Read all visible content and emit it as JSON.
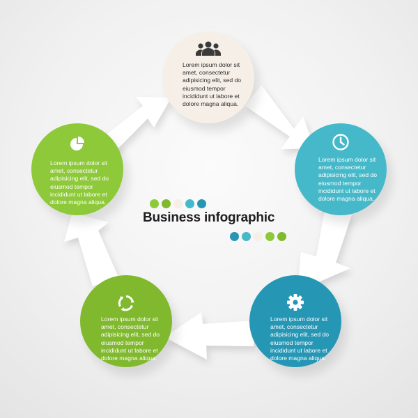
{
  "title": "Business infographic",
  "colors": {
    "beige": "#f5efe7",
    "teal_light": "#45b9c9",
    "teal_dark": "#2696b5",
    "green_dark": "#80b92e",
    "green_light": "#8ec93a",
    "arrow": "#ffffff"
  },
  "steps": [
    {
      "icon": "people-icon",
      "text": "Lorem ipsum dolor sit\namet, consectetur\nadipisicing elit, sed do\neiusmod tempor\nincididunt ut labore et\ndolore magna aliqua."
    },
    {
      "icon": "clock-icon",
      "text": "Lorem ipsum dolor sit\namet, consectetur\nadipisicing elit, sed do\neiusmod tempor\nincididunt ut labore et\ndolore magna aliqua."
    },
    {
      "icon": "gear-icon",
      "text": "Lorem ipsum dolor sit\namet, consectetur\nadipisicing elit, sed do\neiusmod tempor\nincididunt ut labore et\ndolore magna aliqua."
    },
    {
      "icon": "cycle-icon",
      "text": "Lorem ipsum dolor sit\namet, consectetur\nadipisicing elit, sed do\neiusmod tempor\nincididunt ut labore et\ndolore magna aliqua."
    },
    {
      "icon": "pie-chart-icon",
      "text": "Lorem ipsum dolor sit\namet, consectetur\nadipisicing elit, sed do\neiusmod tempor\nincididunt ut labore et\ndolore magna aliqua."
    }
  ],
  "decor_dots_top": [
    "#8ec93a",
    "#80b92e",
    "#f5efe7",
    "#45b9c9",
    "#2696b5"
  ],
  "decor_dots_bottom": [
    "#2696b5",
    "#45b9c9",
    "#f5efe7",
    "#8ec93a",
    "#80b92e"
  ]
}
